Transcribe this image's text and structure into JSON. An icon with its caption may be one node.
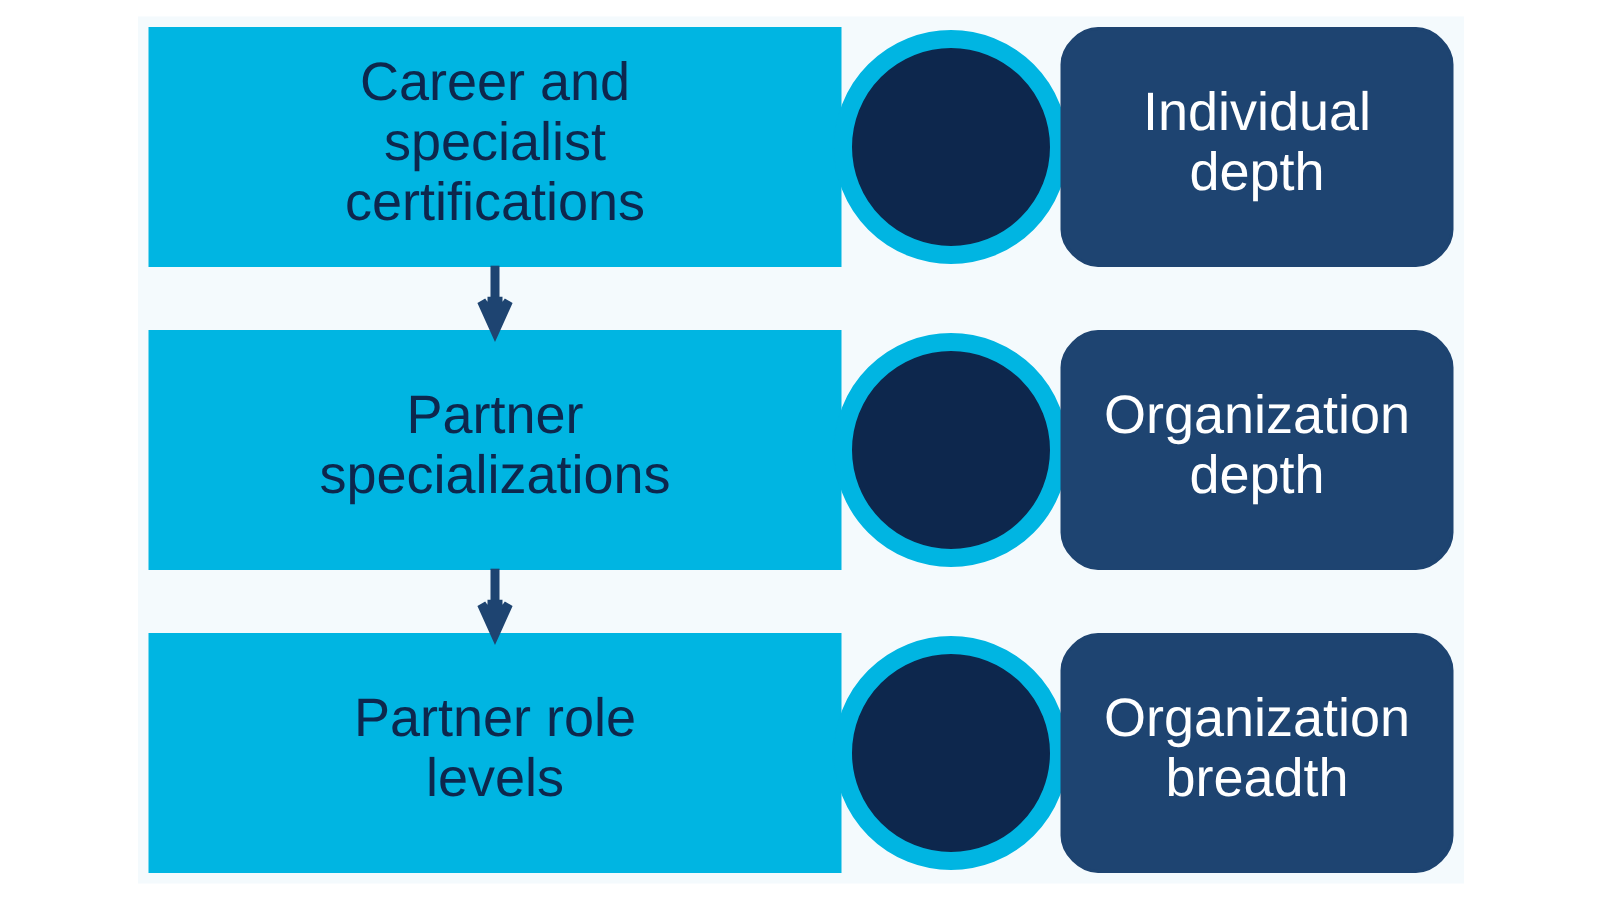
{
  "diagram": {
    "nodes": [
      {
        "text": [
          "Career and specialist certifications"
        ]
      },
      {
        "text": [],
        "shape": "circle"
      },
      {
        "text": [
          "Individual depth"
        ]
      },
      {
        "text": [
          "Partner specializations"
        ]
      },
      {
        "text": [],
        "shape": "circle"
      },
      {
        "text": [
          "Organization depth"
        ]
      },
      {
        "text": [
          "Partner role levels"
        ]
      },
      {
        "text": [],
        "shape": "circle"
      },
      {
        "text": [
          "Organization breadth"
        ]
      }
    ],
    "edges": [
      {
        "from": 0,
        "to": 3,
        "arrow": "to"
      },
      {
        "from": 3,
        "to": 6,
        "arrow": "to"
      }
    ]
  }
}
